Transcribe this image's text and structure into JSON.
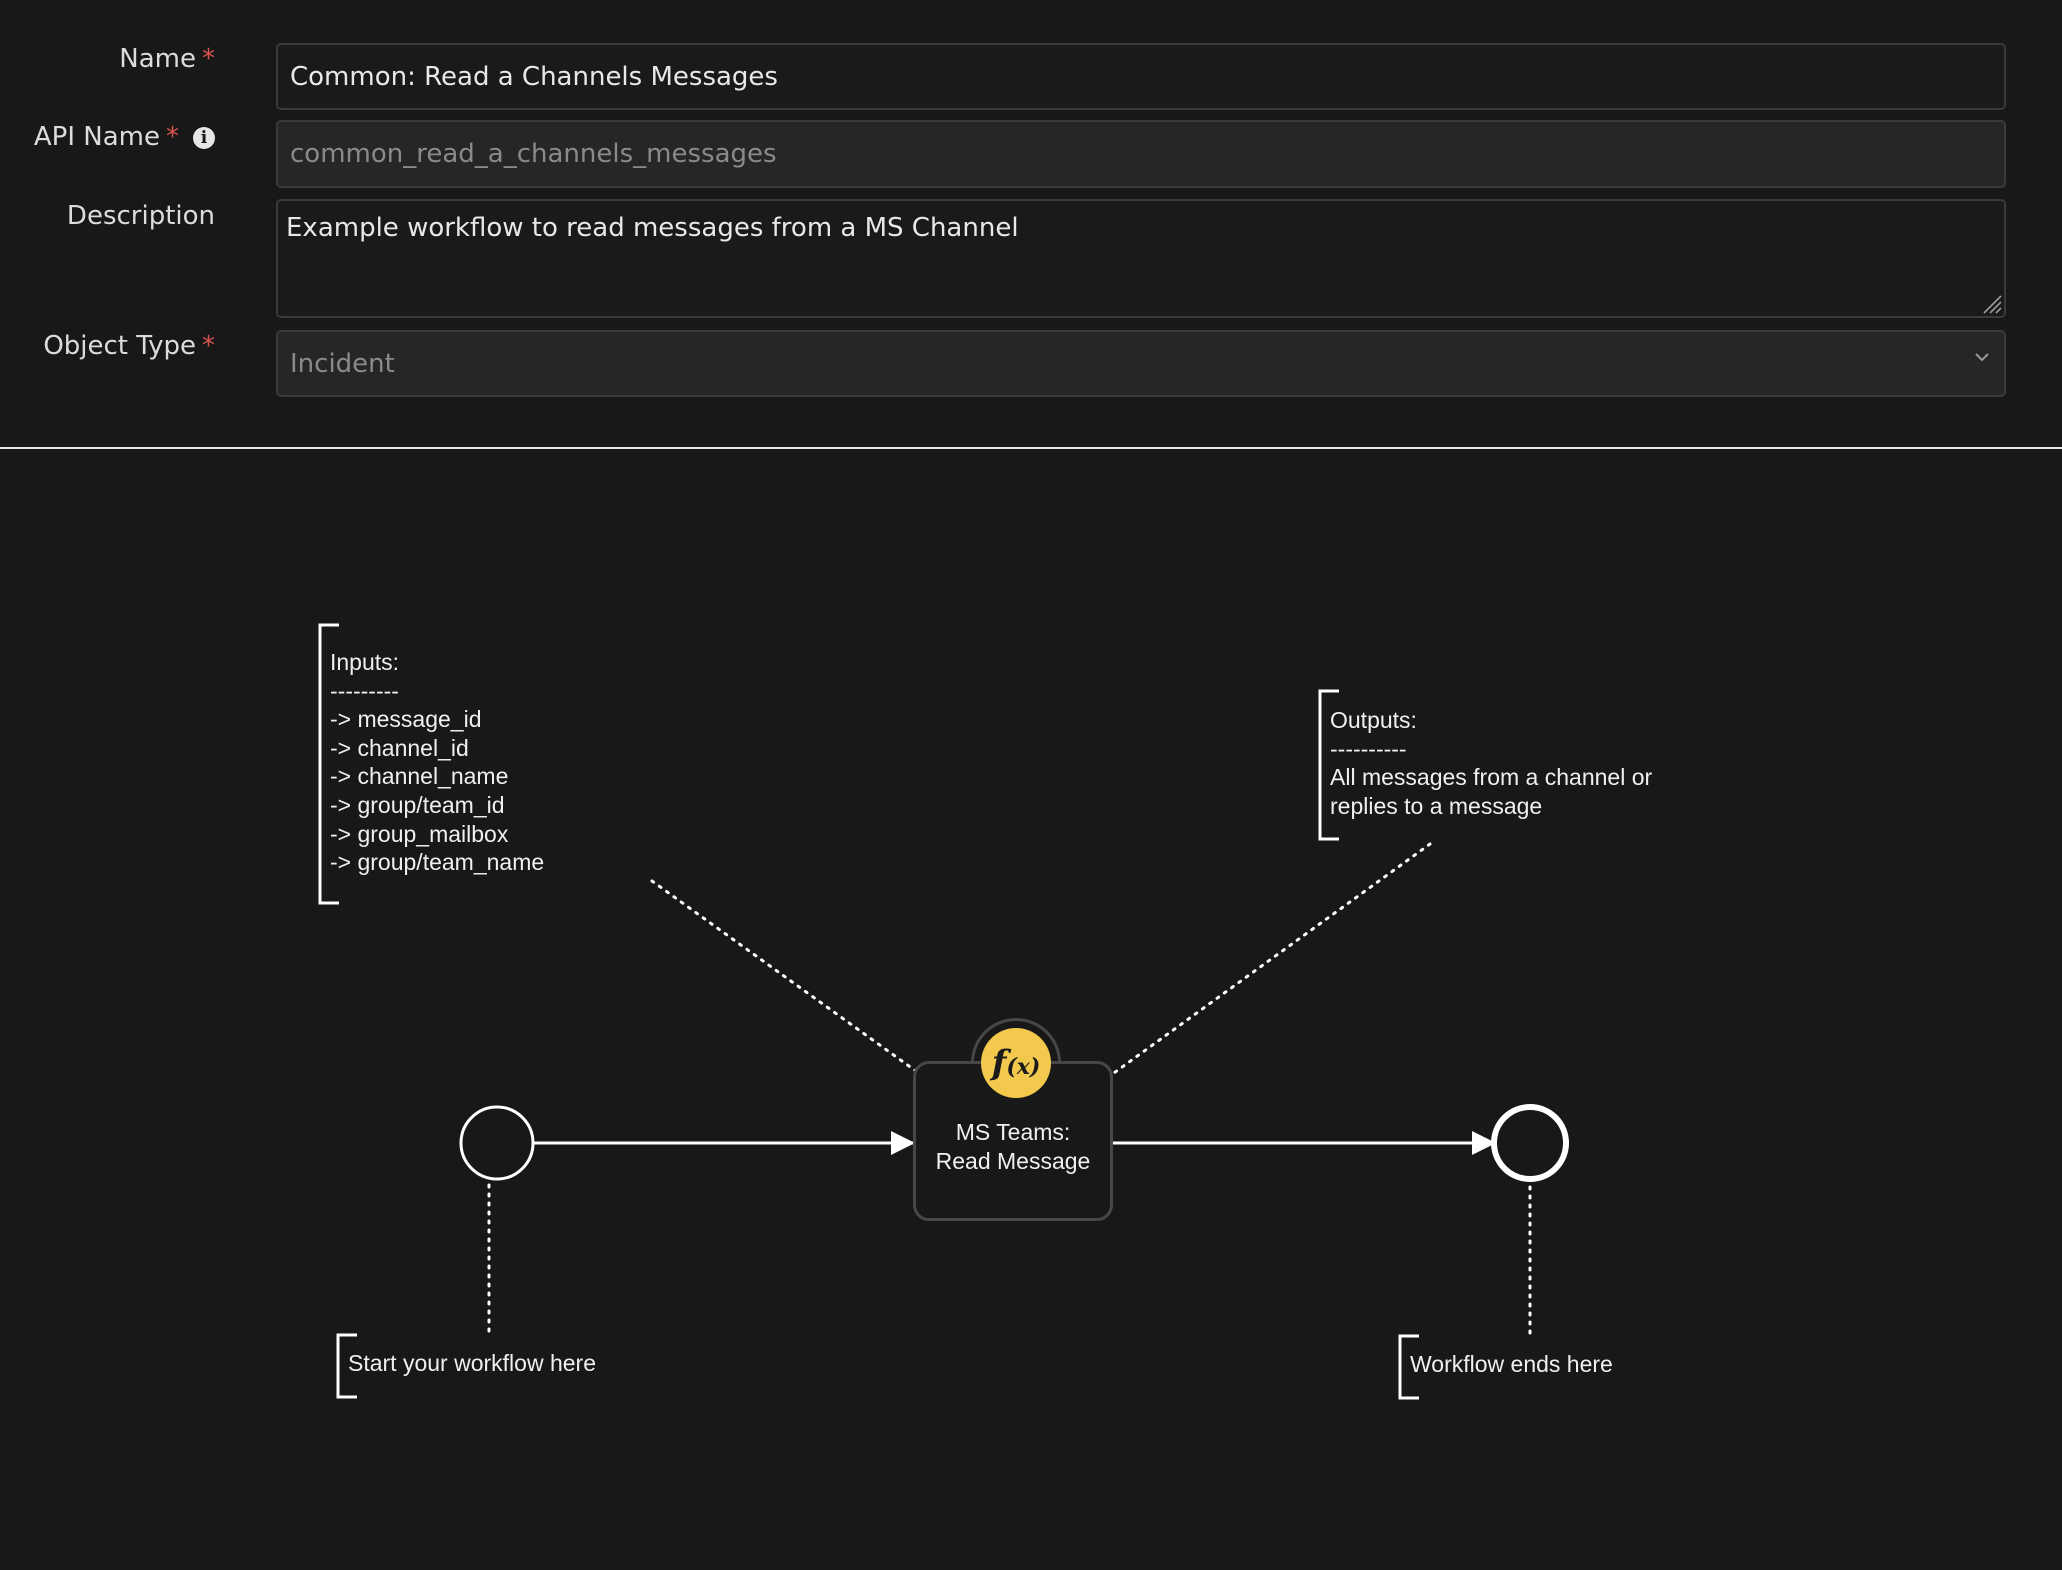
{
  "form": {
    "name": {
      "label": "Name",
      "required_mark": "*",
      "value": "Common: Read a Channels Messages"
    },
    "api_name": {
      "label": "API Name",
      "required_mark": "*",
      "value": "common_read_a_channels_messages",
      "info_icon": "info-icon"
    },
    "description": {
      "label": "Description",
      "value": "Example workflow to read messages from a MS Channel"
    },
    "object_type": {
      "label": "Object Type",
      "required_mark": "*",
      "selected": "Incident",
      "icon": "chevron-down-icon"
    }
  },
  "workflow": {
    "inputs_annotation": "Inputs:\n---------\n-> message_id\n-> channel_id\n-> channel_name\n-> group/team_id\n-> group_mailbox\n-> group/team_name",
    "outputs_annotation": "Outputs:\n----------\nAll messages from a channel or\nreplies to a message",
    "start_annotation": "Start your workflow here",
    "end_annotation": "Workflow ends here",
    "task": {
      "line1": "MS Teams:",
      "line2": "Read Message",
      "icon_text": "f",
      "icon_subtext": "(x)",
      "icon_color": "#f2c94c"
    }
  },
  "colors": {
    "background": "#181818",
    "required": "#d9534f",
    "accent": "#f2c94c",
    "connector": "#ffffff"
  }
}
